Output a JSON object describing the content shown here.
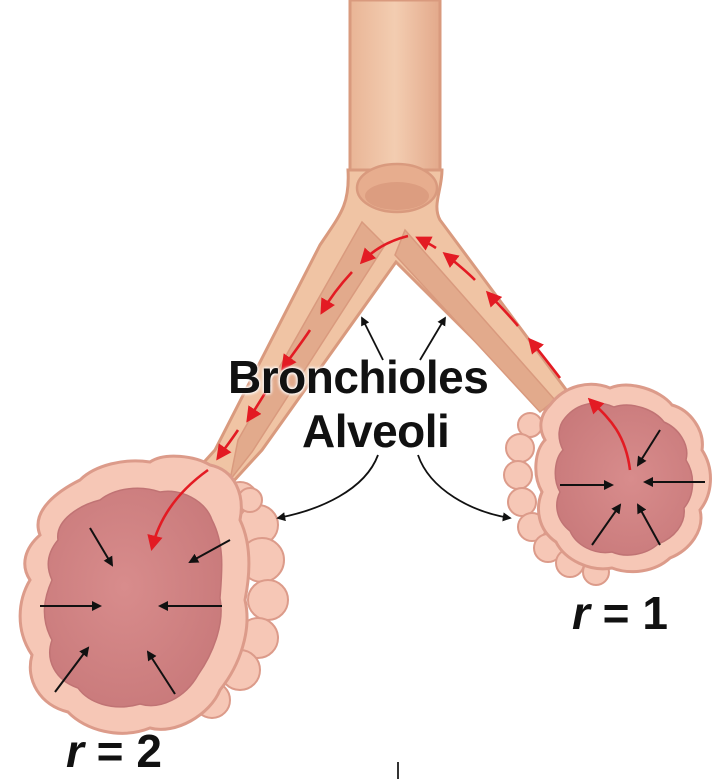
{
  "labels": {
    "bronchioles": "Bronchioles",
    "alveoli": "Alveoli",
    "small_radius": {
      "symbol": "r",
      "equals": " = ",
      "value": "1"
    },
    "large_radius": {
      "symbol": "r",
      "equals": " = ",
      "value": "2"
    }
  },
  "colors": {
    "airway_wall": "#f0c4a4",
    "airway_wall_edge": "#d99a7e",
    "airway_lumen": "#e2aa8c",
    "alveolus_wall": "#f6c7b6",
    "alveolus_interior": "#d28586",
    "airflow_arrow": "#e31b23",
    "pressure_arrow": "#111111"
  },
  "icons": [
    "airflow-arrow",
    "pressure-arrow",
    "pointer-arrow"
  ]
}
